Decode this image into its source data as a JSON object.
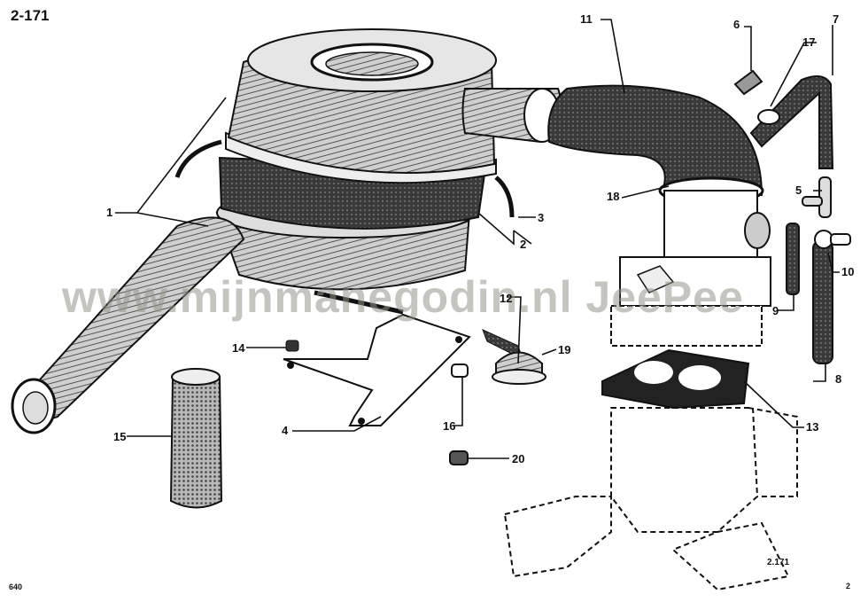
{
  "page": {
    "ref_top": "2-171",
    "ref_bottom": "2.171",
    "corner_left": "640",
    "corner_right": "2"
  },
  "watermark": "www.mijnmanegodin.nl JeePee",
  "callouts": {
    "c1": "1",
    "c2": "2",
    "c3": "3",
    "c4": "4",
    "c5": "5",
    "c6": "6",
    "c7": "7",
    "c8": "8",
    "c9": "9",
    "c10": "10",
    "c11": "11",
    "c12": "12",
    "c13": "13",
    "c14": "14",
    "c15": "15",
    "c16": "16",
    "c17": "17",
    "c18": "18",
    "c19": "19",
    "c20": "20"
  }
}
